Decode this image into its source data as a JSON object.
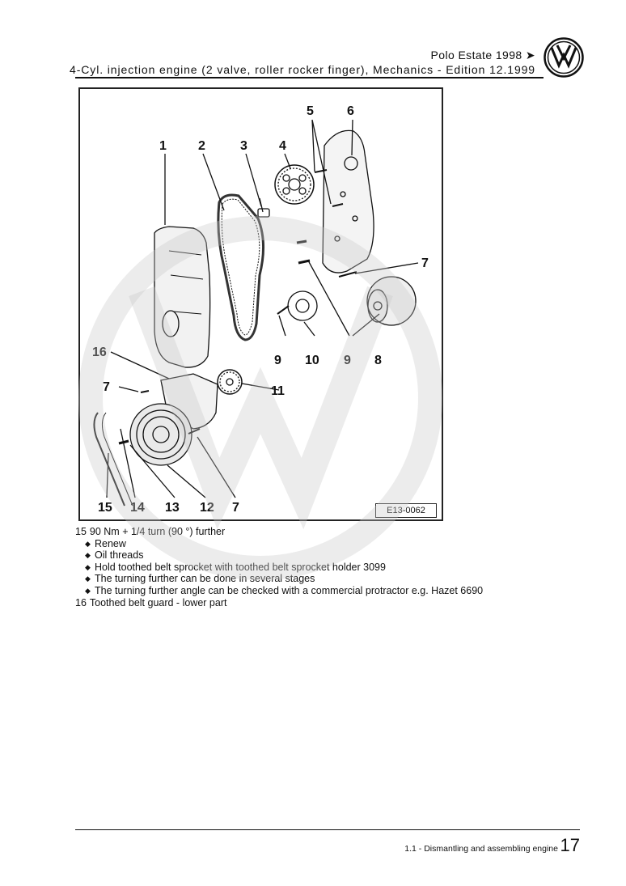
{
  "header": {
    "title": "Polo Estate 1998 ➤",
    "subtitle": "4-Cyl. injection engine (2 valve, roller rocker finger), Mechanics - Edition 12.1999",
    "logo_icon": "vw-logo-icon"
  },
  "figure": {
    "code": "E13-0062",
    "callouts": [
      "1",
      "2",
      "3",
      "4",
      "5",
      "6",
      "7",
      "8",
      "9",
      "10",
      "9",
      "11",
      "16",
      "7",
      "15",
      "14",
      "13",
      "12",
      "7"
    ]
  },
  "content": {
    "item15": {
      "num": "15",
      "text": "90 Nm + 1/4 turn (90 °) further",
      "bullets": [
        "Renew",
        "Oil threads",
        "Hold toothed belt sprocket with toothed belt sprocket holder 3099",
        "The turning further can be done in several stages",
        "The turning further angle can be checked with a commercial protractor e.g. Hazet 6690"
      ]
    },
    "item16": {
      "num": "16",
      "text": "Toothed belt guard - lower part"
    }
  },
  "footer": {
    "section": "1.1 - Dismantling and assembling engine",
    "page": "17"
  },
  "colors": {
    "text": "#111111",
    "watermark": "#c8c8c8"
  }
}
